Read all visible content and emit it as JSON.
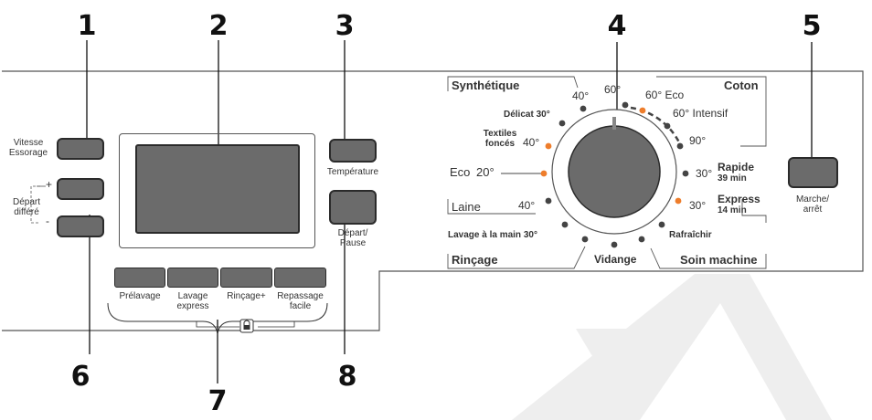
{
  "callouts": [
    "1",
    "2",
    "3",
    "4",
    "5",
    "6",
    "7",
    "8"
  ],
  "left_buttons": {
    "spin_label": "Vitesse\nEssorage",
    "delay_label": "Départ\ndifféré",
    "plus": "+",
    "minus": "-"
  },
  "temperature_label": "Température",
  "start_pause_label": "Départ/\nPause",
  "power_label": "Marche/\narrêt",
  "options": [
    "Prélavage",
    "Lavage\nexpress",
    "Rinçage+",
    "Repassage\nfacile"
  ],
  "dial": {
    "groups": {
      "synthetique": "Synthétique",
      "coton": "Coton",
      "laine": "Laine",
      "rincage": "Rinçage",
      "vidange": "Vidange",
      "soin_machine": "Soin machine"
    },
    "programs": {
      "synth_40": "40°",
      "coton_60": "60°",
      "coton_60_eco": "60° Eco",
      "coton_60_intensif": "60° Intensif",
      "coton_90": "90°",
      "rapide_temp": "30°",
      "rapide": "Rapide",
      "rapide_time": "39 min",
      "express_temp": "30°",
      "express": "Express",
      "express_time": "14 min",
      "rafraichir": "Rafraîchir",
      "lavage_main": "Lavage à la main 30°",
      "laine_40": "40°",
      "eco": "Eco",
      "eco_temp": "20°",
      "textiles": "Textiles\nfoncés",
      "textiles_temp": "40°",
      "delicat": "Délicat 30°"
    }
  },
  "colors": {
    "panel_line": "#555555",
    "button_fill": "#6b6b6b",
    "knob_fill": "#6b6b6b",
    "dot": "#444444",
    "orange": "#ee7d2b",
    "watermark": "#eeeeee"
  }
}
